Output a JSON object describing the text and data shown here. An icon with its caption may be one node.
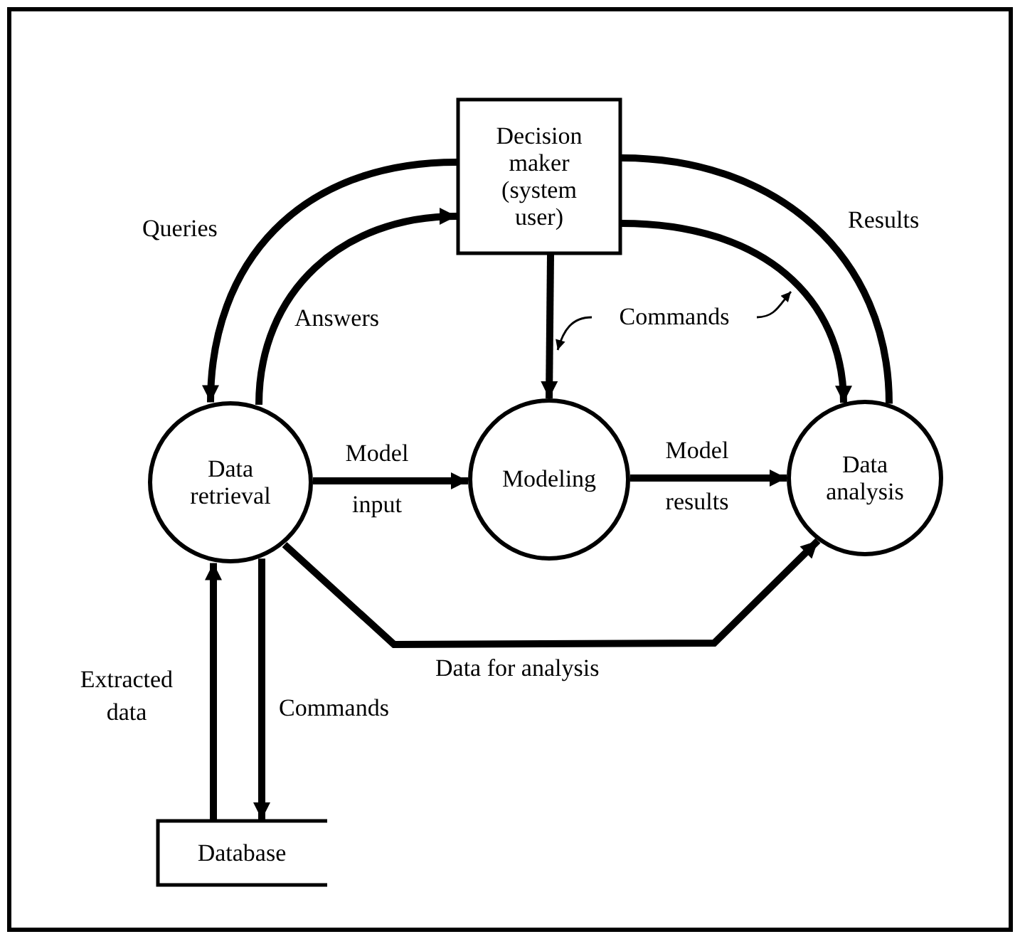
{
  "diagram": {
    "nodes": [
      {
        "text": [
          "Decision maker (system user)"
        ]
      },
      {
        "text": [
          "Data retrieval"
        ]
      },
      {
        "text": [
          "Modeling"
        ]
      },
      {
        "text": [
          "Data analysis"
        ]
      },
      {
        "text": [
          "Database"
        ]
      },
      {
        "text": [
          "Commands"
        ]
      }
    ],
    "edges": [
      {
        "from": 0,
        "to": 1,
        "arrow": "to",
        "label": "Queries"
      },
      {
        "from": 1,
        "to": 0,
        "arrow": "to",
        "label": "Answers"
      },
      {
        "from": 0,
        "to": 3,
        "arrow": "to"
      },
      {
        "from": 0,
        "to": 2,
        "arrow": "to"
      },
      {
        "from": 3,
        "to": 0,
        "arrow": "none",
        "label": "Results"
      },
      {
        "from": 1,
        "to": 2,
        "arrow": "to",
        "label": "Model input"
      },
      {
        "from": 2,
        "to": 3,
        "arrow": "to",
        "label": "Model results"
      },
      {
        "from": 1,
        "to": 3,
        "arrow": "to",
        "label": "Data for analysis"
      },
      {
        "from": 4,
        "to": 1,
        "arrow": "to",
        "label": "Extracted data"
      },
      {
        "from": 1,
        "to": 4,
        "arrow": "to",
        "label": "Commands"
      },
      {
        "from": 5,
        "to": null,
        "arrow": "to"
      },
      {
        "from": 5,
        "to": null,
        "arrow": "to"
      }
    ]
  }
}
